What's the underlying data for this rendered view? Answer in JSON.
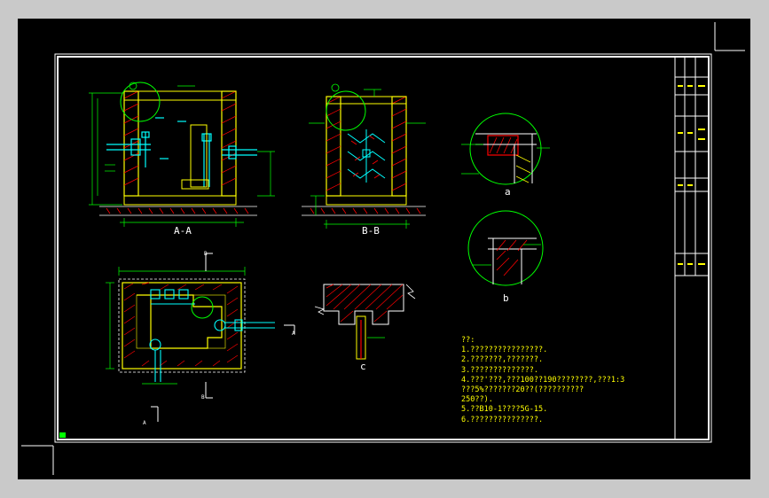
{
  "labels": {
    "section_aa": "A-A",
    "section_bb": "B-B",
    "detail_a": "a",
    "detail_b": "b",
    "detail_c": "c",
    "cut_a": "A",
    "cut_b": "B"
  },
  "notes": {
    "heading": "??:",
    "items": [
      "1.????????????????.",
      "2.???????,???????.",
      "3.??????????????.",
      "4.???'???,???100??190????????,???1:3",
      "   ???5%???????20??(??????????",
      "   250??).",
      "5.??B10-1????5G-15.",
      "6.???????????????."
    ]
  },
  "colors": {
    "background": "#000000",
    "frame": "#ffffff",
    "structure": "#ffff00",
    "dimension": "#00ff00",
    "pipe": "#00ffff",
    "hatch": "#ff0000",
    "circle": "#00ff00"
  }
}
